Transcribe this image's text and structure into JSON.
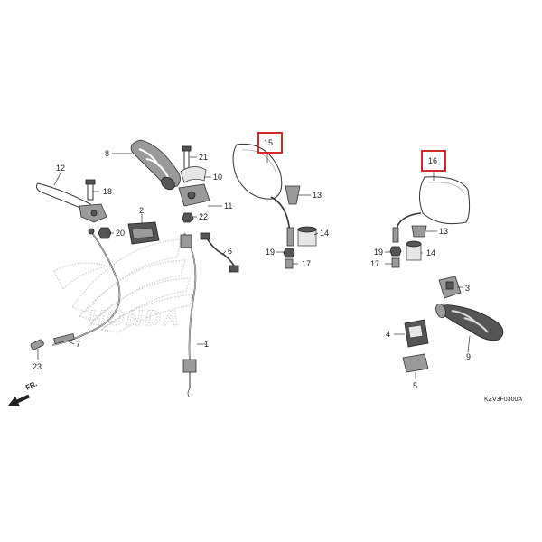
{
  "callouts": [
    {
      "id": "c1",
      "label": "1"
    },
    {
      "id": "c2",
      "label": "2"
    },
    {
      "id": "c3",
      "label": "3"
    },
    {
      "id": "c4",
      "label": "4"
    },
    {
      "id": "c5",
      "label": "5"
    },
    {
      "id": "c6",
      "label": "6"
    },
    {
      "id": "c7",
      "label": "7"
    },
    {
      "id": "c8",
      "label": "8"
    },
    {
      "id": "c9",
      "label": "9"
    },
    {
      "id": "c10",
      "label": "10"
    },
    {
      "id": "c11",
      "label": "11"
    },
    {
      "id": "c12",
      "label": "12"
    },
    {
      "id": "c13a",
      "label": "13"
    },
    {
      "id": "c13b",
      "label": "13"
    },
    {
      "id": "c14a",
      "label": "14"
    },
    {
      "id": "c14b",
      "label": "14"
    },
    {
      "id": "c15",
      "label": "15"
    },
    {
      "id": "c16",
      "label": "16"
    },
    {
      "id": "c17a",
      "label": "17"
    },
    {
      "id": "c17b",
      "label": "17"
    },
    {
      "id": "c18",
      "label": "18"
    },
    {
      "id": "c19a",
      "label": "19"
    },
    {
      "id": "c19b",
      "label": "19"
    },
    {
      "id": "c20",
      "label": "20"
    },
    {
      "id": "c21",
      "label": "21"
    },
    {
      "id": "c22",
      "label": "22"
    },
    {
      "id": "c23",
      "label": "23"
    }
  ],
  "highlighted_callouts": [
    "c15",
    "c16"
  ],
  "direction_arrow": {
    "label": "FR.",
    "icon": "front-arrow-icon"
  },
  "watermark": {
    "text": "HONDA",
    "icon": "honda-wing-logo"
  },
  "figure_code": "KZV3F0300A",
  "colors": {
    "highlight": "#d42a2a",
    "line": "#333333",
    "watermark": "#c8c8c8"
  }
}
